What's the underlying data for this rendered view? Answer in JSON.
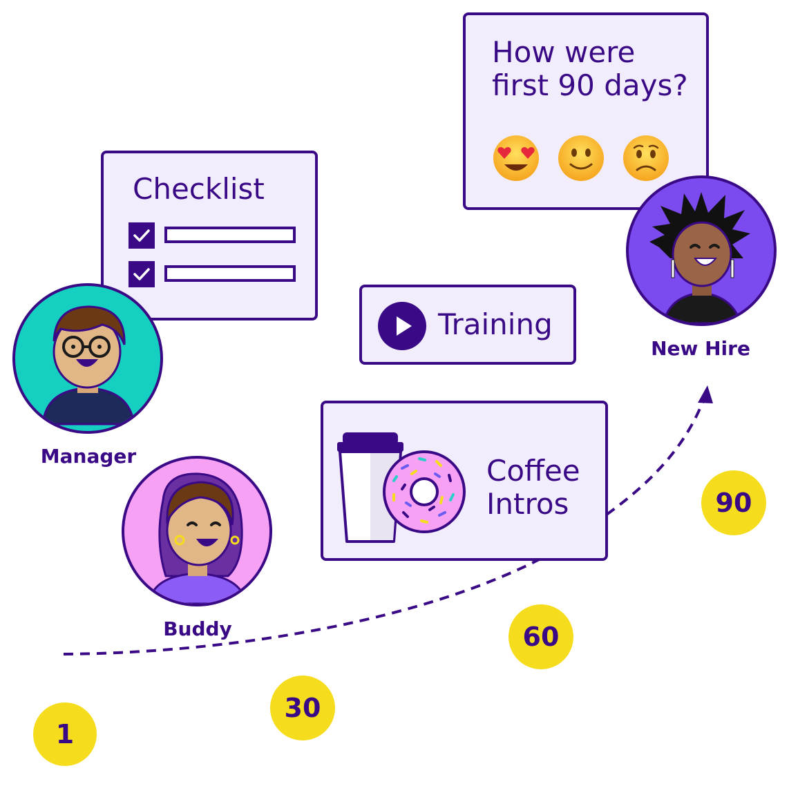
{
  "colors": {
    "primary": "#3a0a86",
    "card_bg": "#f2edfc",
    "badge": "#f5dd1d",
    "manager_bg": "#15cfc0",
    "buddy_bg": "#f7a1f5",
    "newhire_bg": "#7c4bf0"
  },
  "survey": {
    "question_line1": "How were",
    "question_line2": "first 90 days?",
    "emojis": [
      {
        "icon": "heart-eyes-emoji-icon"
      },
      {
        "icon": "smile-emoji-icon"
      },
      {
        "icon": "frown-emoji-icon"
      }
    ]
  },
  "checklist": {
    "title": "Checklist",
    "items": [
      {
        "checked": true
      },
      {
        "checked": true
      }
    ]
  },
  "training": {
    "label": "Training",
    "icon": "play-icon"
  },
  "coffee": {
    "line1": "Coffee",
    "line2": "Intros",
    "icons": [
      "coffee-cup-icon",
      "donut-icon"
    ]
  },
  "roles": {
    "manager": "Manager",
    "buddy": "Buddy",
    "new_hire": "New Hire"
  },
  "days": [
    "1",
    "30",
    "60",
    "90"
  ]
}
